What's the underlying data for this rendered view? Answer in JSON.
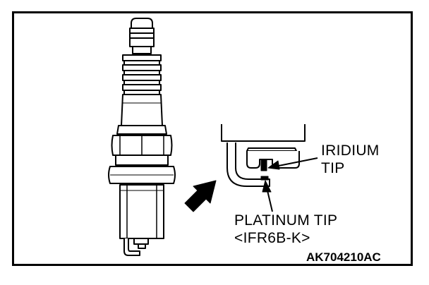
{
  "labels": {
    "iridium_tip_line1": "IRIDIUM",
    "iridium_tip_line2": "TIP",
    "platinum_tip_line1": "PLATINUM TIP",
    "platinum_tip_line2": "<IFR6B-K>",
    "figure_code": "AK704210AC"
  },
  "colors": {
    "ink": "#000000",
    "background": "#ffffff"
  }
}
